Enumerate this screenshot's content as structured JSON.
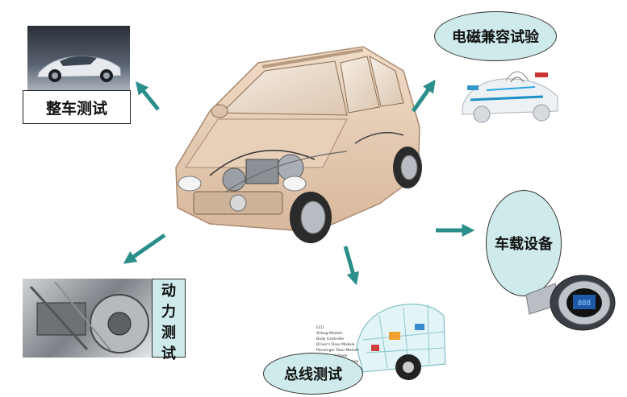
{
  "labels": {
    "vehicle_test": "整车测试",
    "emc_test": "电磁兼容试验",
    "onboard_device": "车载设备",
    "power_test_line1": "动",
    "power_test_line2": "力",
    "power_test_line3": "测",
    "power_test_line4": "试",
    "bus_test": "总线测试"
  },
  "bus_diagram_text": [
    "ECU",
    "Airbag Module",
    "Body Controller",
    "Driver's Door Module",
    "Passenger Door Module",
    "Instrument Panel",
    "Steering Wheel Module",
    "Information Bus Module"
  ],
  "colors": {
    "arrow": "#2a8f8a",
    "ellipse_fill": "#cfeaea",
    "power_label_fill": "#cfeaea",
    "car_body": "#e6cdb6"
  },
  "icons": {
    "center": "suv-cutaway-icon",
    "vehicle_test": "sports-car-photo",
    "emc_test": "car-emc-field-icon",
    "onboard_device": "in-car-device-icon",
    "power_test": "engine-closeup-icon",
    "bus_test": "car-wireframe-icon"
  }
}
